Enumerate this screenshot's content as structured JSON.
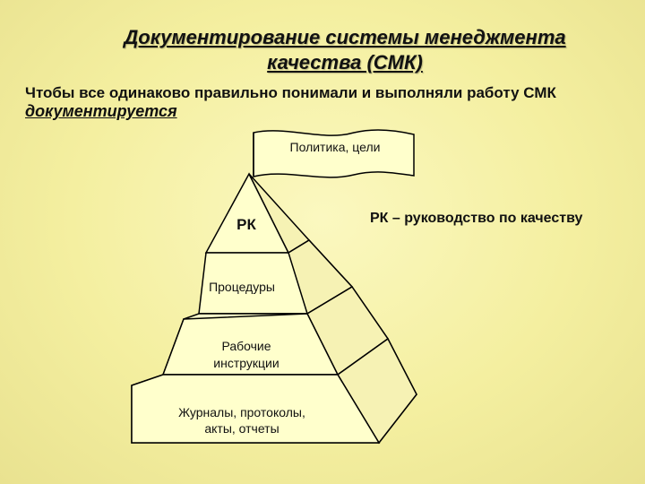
{
  "title_line1": "Документирование системы менеджмента",
  "title_line2": "качества (СМК)",
  "intro_text": "Чтобы все одинаково правильно понимали и выполняли работу СМК",
  "intro_emphasis": "документируется",
  "flag_label": "Политика, цели",
  "pyramid_levels": {
    "top": "РК",
    "level2": "Процедуры",
    "level3": "Рабочие инструкции",
    "level3_line1": "Рабочие",
    "level3_line2": "инструкции",
    "level4_line1": "Журналы, протоколы,",
    "level4_line2": "акты, отчеты"
  },
  "legend_note": "РК – руководство по качеству",
  "colors": {
    "background": "#f4efa0",
    "shape_fill": "#ffffcc",
    "stroke": "#000000"
  }
}
